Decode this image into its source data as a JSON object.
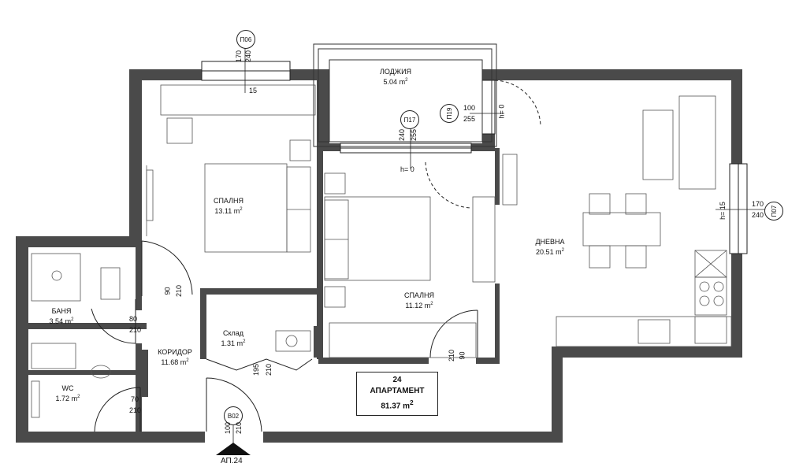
{
  "rooms": {
    "loggia": {
      "name": "ЛОДЖИЯ",
      "area": "5.04",
      "unit": "m"
    },
    "bedroom1": {
      "name": "СПАЛНЯ",
      "area": "13.11",
      "unit": "m"
    },
    "bedroom2": {
      "name": "СПАЛНЯ",
      "area": "11.12",
      "unit": "m"
    },
    "living": {
      "name": "ДНЕВНА",
      "area": "20.51",
      "unit": "m"
    },
    "bath": {
      "name": "БАНЯ",
      "area": "3.54",
      "unit": "m"
    },
    "corridor": {
      "name": "КОРИДОР",
      "area": "11.68",
      "unit": "m"
    },
    "storage": {
      "name": "Склад",
      "area": "1.31",
      "unit": "m"
    },
    "wc": {
      "name": "WC",
      "area": "1.72",
      "unit": "m"
    }
  },
  "apartment": {
    "number": "24",
    "label": "АПАРТАМЕНТ",
    "area": "81.37",
    "unit": "m"
  },
  "tags": {
    "p06": "П06",
    "p17": "П17",
    "p19": "П19",
    "p07": "П07",
    "b02": "В02"
  },
  "dims": {
    "p06_w": "170",
    "p06_h": "240",
    "p06_sill": "15",
    "p17_w": "240",
    "p17_h": "255",
    "p17_sill": "h= 0",
    "p19_w": "100",
    "p19_h": "255",
    "p19_sill": "h= 0",
    "p07_w": "170",
    "p07_h": "240",
    "p07_sill": "h= 15",
    "d_bed1_w": "90",
    "d_bed1_h": "210",
    "d_bath_w": "80",
    "d_bath_h": "210",
    "d_wc_w": "70",
    "d_wc_h": "210",
    "d_store_w": "195",
    "d_store_h": "210",
    "d_bed2_w": "90",
    "d_bed2_h": "210",
    "d_entry_w": "100",
    "d_entry_h": "210"
  },
  "entrance": "АП.24"
}
